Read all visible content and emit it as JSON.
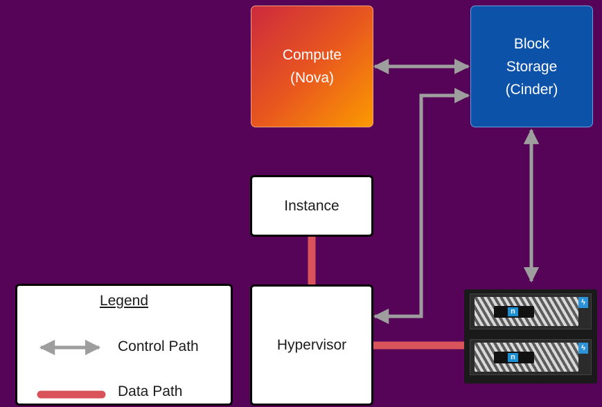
{
  "nodes": {
    "compute": "Compute\n(Nova)",
    "block_storage": "Block\nStorage\n(Cinder)",
    "instance": "Instance",
    "hypervisor": "Hypervisor",
    "storage_array": "storage-array-icon"
  },
  "legend": {
    "title": "Legend",
    "control_path": "Control Path",
    "data_path": "Data Path"
  },
  "edges": [
    {
      "from": "compute",
      "to": "block_storage",
      "kind": "control_path"
    },
    {
      "from": "hypervisor",
      "to": "block_storage",
      "kind": "control_path"
    },
    {
      "from": "block_storage",
      "to": "storage_array",
      "kind": "control_path"
    },
    {
      "from": "instance",
      "to": "hypervisor",
      "kind": "data_path"
    },
    {
      "from": "hypervisor",
      "to": "storage_array",
      "kind": "data_path"
    }
  ],
  "colors": {
    "background": "#560457",
    "control_path": "#9e9e9e",
    "data_path": "#d9545a",
    "compute_start": "#cc2a3d",
    "compute_end": "#fb9a00",
    "block_storage": "#0d52a9",
    "array_accent": "#2c93d8"
  }
}
